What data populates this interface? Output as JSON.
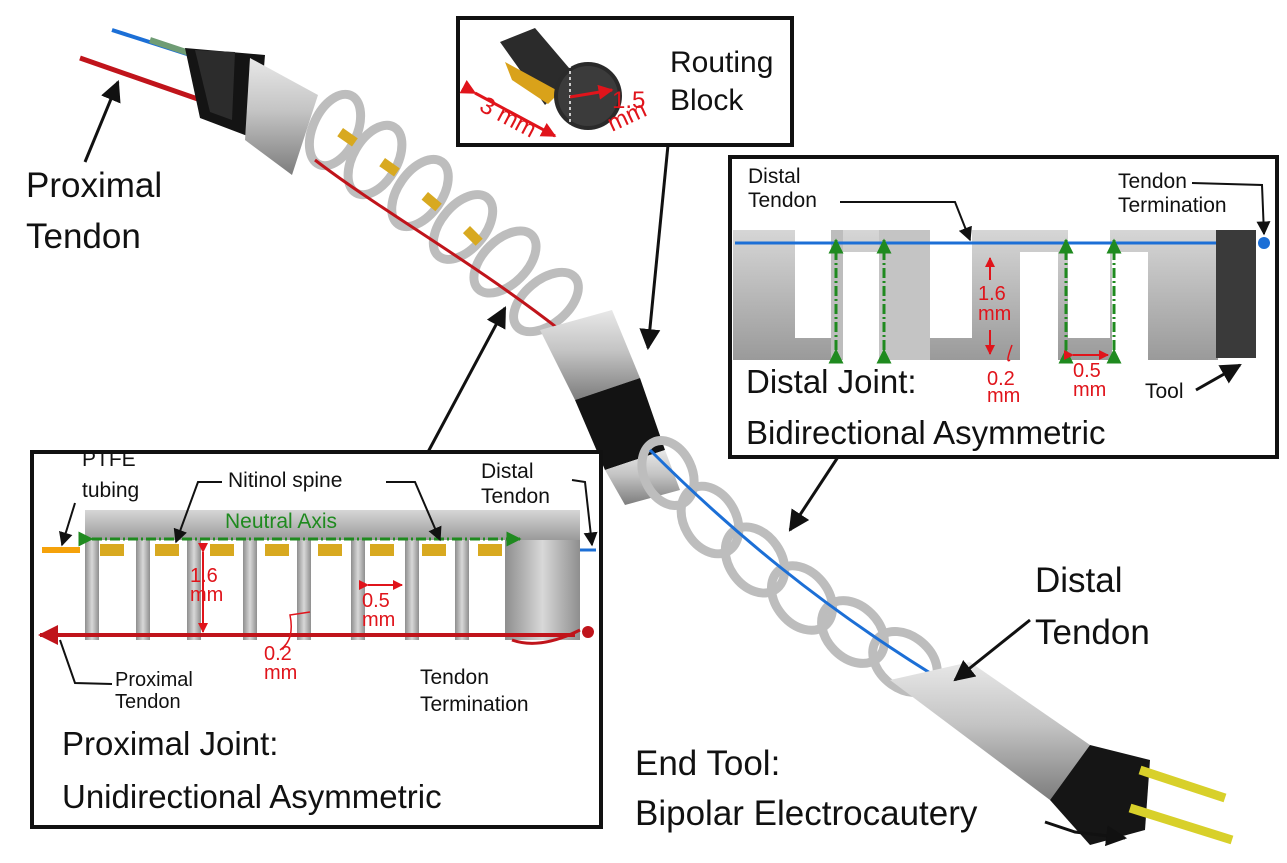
{
  "labels": {
    "proximal_tendon_main": [
      "Proximal",
      "Tendon"
    ],
    "routing_block": [
      "Routing",
      "Block"
    ],
    "routing_dim_length": "3 mm",
    "routing_dim_radius": [
      "1.5",
      "mm"
    ],
    "distal_tendon_main": [
      "Distal",
      "Tendon"
    ],
    "end_tool": [
      "End Tool:",
      "Bipolar Electrocautery"
    ]
  },
  "distal_inset": {
    "distal_tendon": [
      "Distal",
      "Tendon"
    ],
    "tendon_termination": [
      "Tendon",
      "Termination"
    ],
    "dim_height": [
      "1.6",
      "mm"
    ],
    "dim_wall": [
      "0.2",
      "mm"
    ],
    "dim_gap": [
      "0.5",
      "mm"
    ],
    "tool": "Tool",
    "title": [
      "Distal Joint:",
      "Bidirectional Asymmetric"
    ]
  },
  "proximal_inset": {
    "ptfe": [
      "PTFE",
      "tubing"
    ],
    "nitinol": "Nitinol spine",
    "distal_tendon": [
      "Distal",
      "Tendon"
    ],
    "neutral_axis": "Neutral Axis",
    "dim_height": [
      "1.6",
      "mm"
    ],
    "dim_gap": [
      "0.5",
      "mm"
    ],
    "dim_wall": [
      "0.2",
      "mm"
    ],
    "proximal_tendon": [
      "Proximal",
      "Tendon"
    ],
    "tendon_termination": [
      "Tendon",
      "Termination"
    ],
    "title": [
      "Proximal Joint:",
      "Unidirectional Asymmetric"
    ]
  },
  "colors": {
    "tendon_red": "#c0141b",
    "tendon_blue": "#1c6fd6",
    "neutral_green": "#1f8a1f",
    "dimension_red": "#e0141b",
    "ptfe_orange": "#f5a20a",
    "metal_gray": "#b9b9b9",
    "black": "#111111",
    "tool_yellow": "#d8d02a"
  }
}
